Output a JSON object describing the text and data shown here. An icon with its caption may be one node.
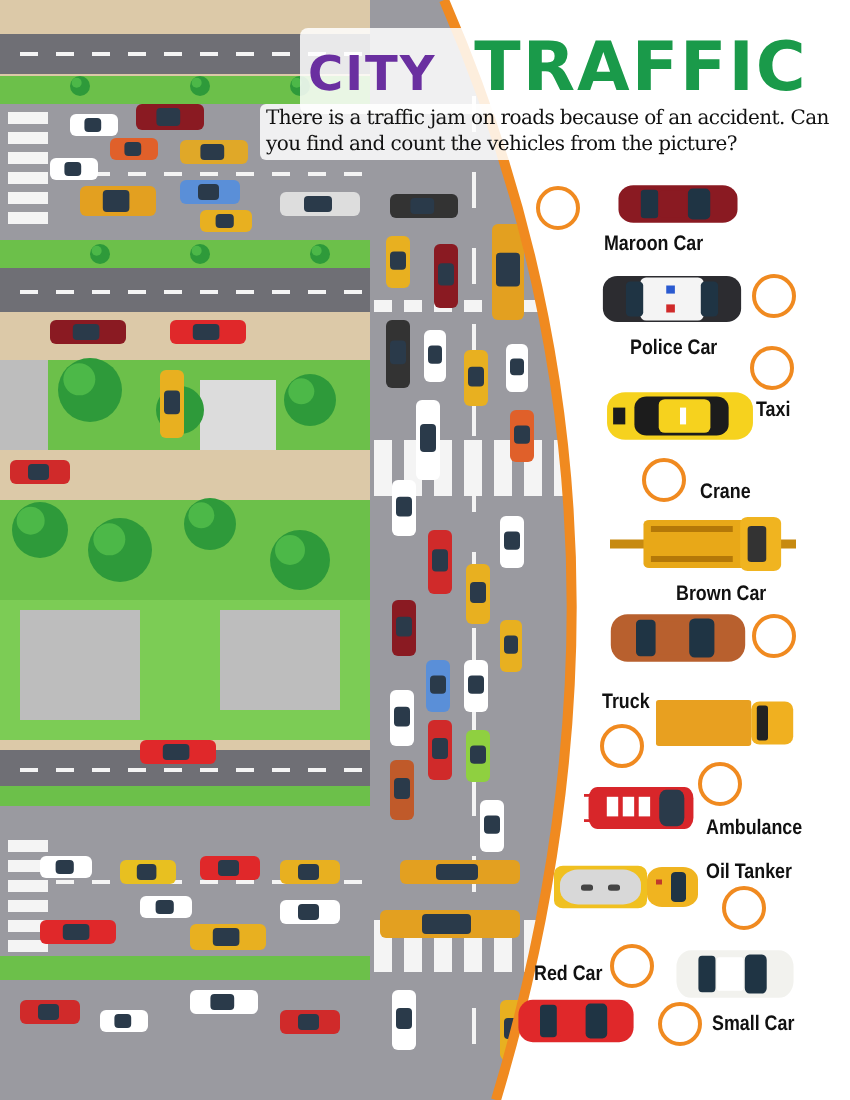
{
  "diagram": {
    "title": "*CITY* TRAFFIC",
    "labels": [
      "There is a traffic jam on roads because of an accident. Can you find and count the vehicles from the picture?",
      "Maroon Car",
      "Police Car",
      "Taxi",
      "Crane",
      "Brown Car",
      "Truck",
      "Ambulance",
      "Oil Tanker",
      "Red Car",
      "Small Car"
    ]
  }
}
